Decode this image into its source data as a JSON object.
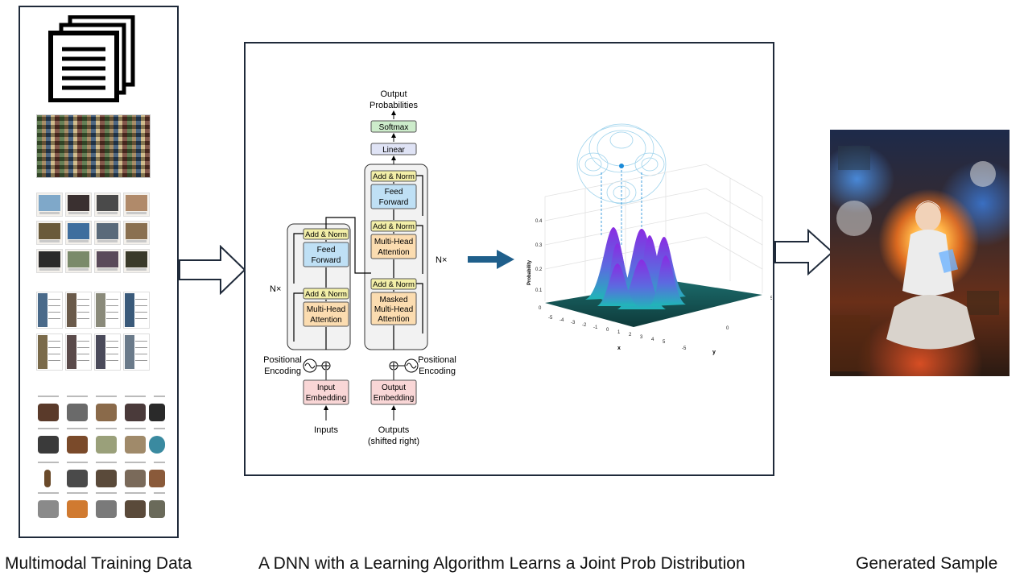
{
  "captions": {
    "left": "Multimodal Training Data",
    "middle": "A DNN with a Learning  Algorithm Learns a Joint Prob Distribution",
    "right": "Generated Sample"
  },
  "transformer": {
    "output_probabilities_1": "Output",
    "output_probabilities_2": "Probabilities",
    "softmax": "Softmax",
    "linear": "Linear",
    "add_norm": "Add & Norm",
    "feed_forward_1": "Feed",
    "feed_forward_2": "Forward",
    "multi_head_1": "Multi-Head",
    "multi_head_2": "Attention",
    "masked_1": "Masked",
    "masked_2": "Multi-Head",
    "masked_3": "Attention",
    "nx": "N×",
    "positional_1": "Positional",
    "positional_2": "Encoding",
    "input_embedding_1": "Input",
    "input_embedding_2": "Embedding",
    "output_embedding_1": "Output",
    "output_embedding_2": "Embedding",
    "inputs": "Inputs",
    "outputs_1": "Outputs",
    "outputs_2": "(shifted right)"
  },
  "plot3d": {
    "zlabel": "Probability",
    "xlabel": "x",
    "ylabel": "y",
    "z_ticks": [
      "0.4",
      "0.3",
      "0.2",
      "0.1",
      "0"
    ],
    "x_ticks": [
      "-5",
      "-4",
      "-3",
      "-2",
      "-1",
      "0",
      "1",
      "2",
      "3",
      "4",
      "5"
    ],
    "y_ticks": [
      "-5",
      "0",
      "5"
    ]
  },
  "colors": {
    "frame": "#1f2a3a",
    "arrow_blue": "#1f5f8b",
    "add_norm": "#f3efa8",
    "feed_forward": "#bfe0f5",
    "attention": "#fbdcb0",
    "embedding": "#f9d6d6",
    "softmax": "#cdeccb",
    "linear": "#dfe3f5",
    "surface_top": "#8a2be2",
    "surface_bottom": "#0e3a3a"
  }
}
